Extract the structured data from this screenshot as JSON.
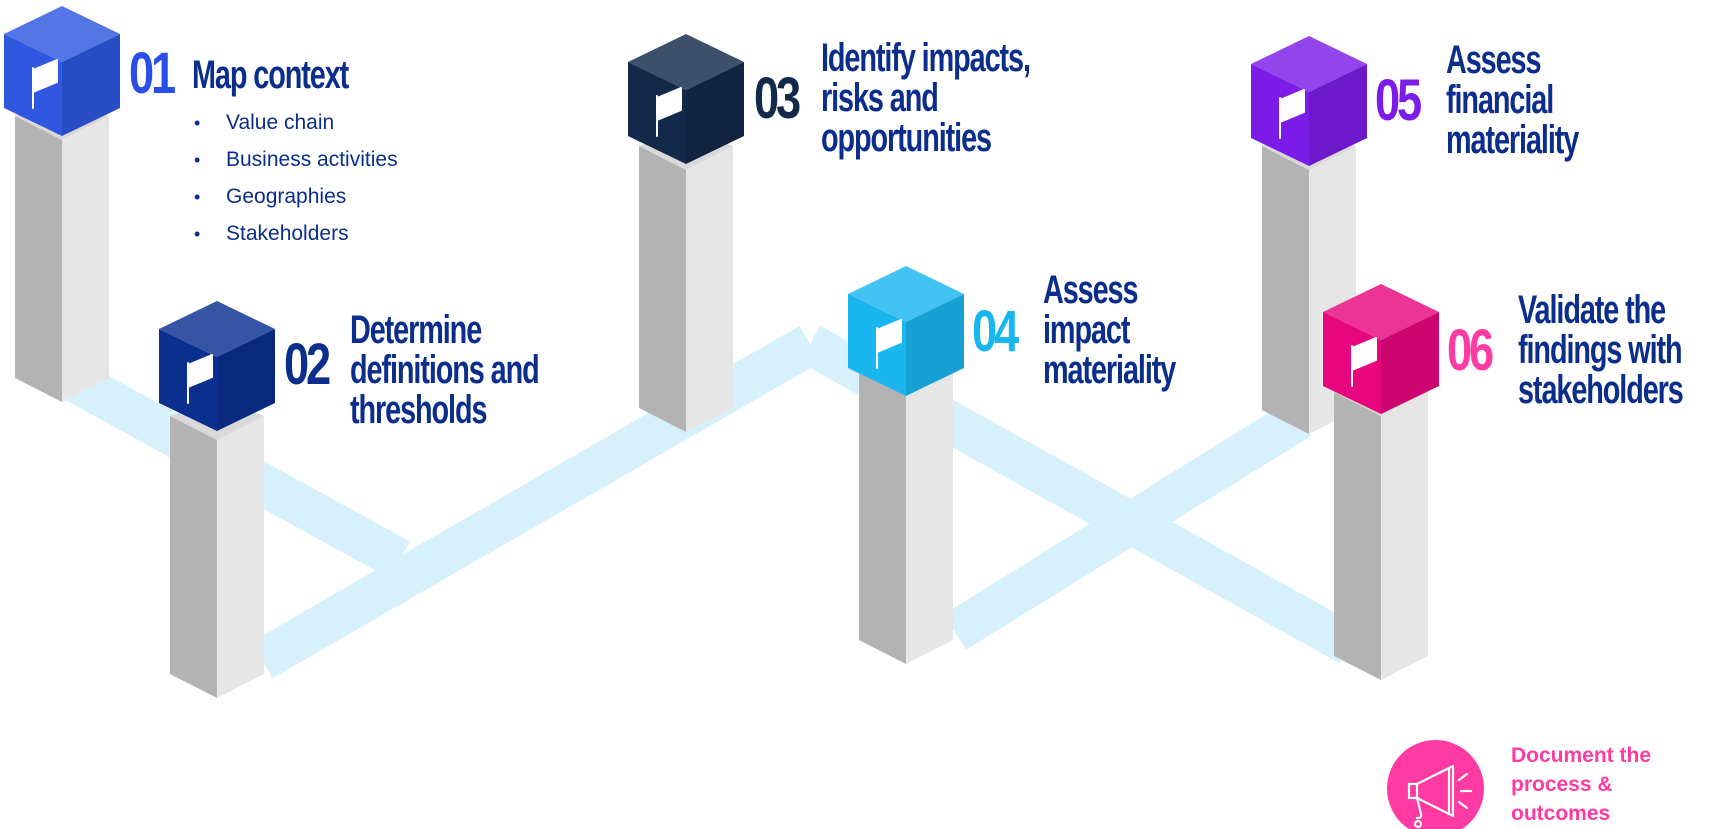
{
  "steps": [
    {
      "number": "01",
      "title_lines": [
        "Map context"
      ],
      "cube_color": "#2f57e0",
      "number_color": "#2a4ee8",
      "title_color": "#0b2d8c"
    },
    {
      "number": "02",
      "title_lines": [
        "Determine",
        "definitions and",
        "thresholds"
      ],
      "cube_color": "#0a2f8f",
      "number_color": "#0b2d8c",
      "title_color": "#0b2d8c"
    },
    {
      "number": "03",
      "title_lines": [
        "Identify impacts,",
        "risks and",
        "opportunities"
      ],
      "cube_color": "#13294a",
      "number_color": "#13294a",
      "title_color": "#0b2d8c"
    },
    {
      "number": "04",
      "title_lines": [
        "Assess",
        "impact",
        "materiality"
      ],
      "cube_color": "#1ab6f0",
      "number_color": "#1ab6f0",
      "title_color": "#0b2d8c"
    },
    {
      "number": "05",
      "title_lines": [
        "Assess",
        "financial",
        "materiality"
      ],
      "cube_color": "#7b1ce8",
      "number_color": "#7b1ce8",
      "title_color": "#0b2d8c"
    },
    {
      "number": "06",
      "title_lines": [
        "Validate the",
        "findings with",
        "stakeholders"
      ],
      "cube_color": "#e8067f",
      "number_color": "#ff3aa3",
      "title_color": "#0b2d8c"
    }
  ],
  "context_items": [
    "Value chain",
    "Business activities",
    "Geographies",
    "Stakeholders"
  ],
  "callout": {
    "lines": [
      "Document the",
      "process &",
      "outcomes"
    ],
    "icon": "megaphone-icon",
    "color": "#ff3aa3"
  },
  "icons": {
    "cube_face": "flag-icon"
  },
  "colors": {
    "path": "#d6f1fc",
    "pillar_left": "#b3b3b3",
    "pillar_right": "#e6e6e6",
    "pillar_top": "#d9d9d9"
  }
}
